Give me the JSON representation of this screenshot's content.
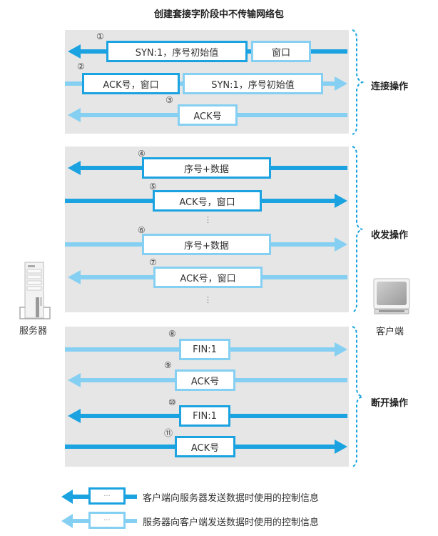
{
  "title": "创建套接字阶段中不传输网络包",
  "colors": {
    "client_to_server": "#1aa3e0",
    "server_to_client": "#85d0f2",
    "panel_bg": "#e6e6e6"
  },
  "devices": {
    "server": {
      "label": "服务器",
      "icon": "server-tower-icon"
    },
    "client": {
      "label": "客户端",
      "icon": "crt-monitor-icon"
    }
  },
  "phases": [
    {
      "label": "连接操作",
      "steps": [
        {
          "num": "①",
          "direction": "to-server",
          "segments": [
            {
              "text": "SYN:1，序号初始值",
              "kind": "dark"
            },
            {
              "text": "窗口",
              "kind": "light"
            }
          ],
          "line": "dark"
        },
        {
          "num": "②",
          "direction": "to-client",
          "segments": [
            {
              "text": "ACK号，窗口",
              "kind": "dark"
            },
            {
              "text": "SYN:1，序号初始值",
              "kind": "light"
            }
          ],
          "line": "light"
        },
        {
          "num": "③",
          "direction": "to-server",
          "segments": [
            {
              "text": "ACK号",
              "kind": "light"
            }
          ],
          "line": "light"
        }
      ]
    },
    {
      "label": "收发操作",
      "steps": [
        {
          "num": "④",
          "direction": "to-server",
          "segments": [
            {
              "text": "序号+数据",
              "kind": "dark"
            }
          ],
          "line": "dark"
        },
        {
          "num": "⑤",
          "direction": "to-client",
          "segments": [
            {
              "text": "ACK号，窗口",
              "kind": "dark"
            }
          ],
          "line": "dark"
        },
        {
          "num": "⑥",
          "direction": "to-client",
          "segments": [
            {
              "text": "序号+数据",
              "kind": "light"
            }
          ],
          "line": "light"
        },
        {
          "num": "⑦",
          "direction": "to-server",
          "segments": [
            {
              "text": "ACK号，窗口",
              "kind": "light"
            }
          ],
          "line": "light"
        }
      ],
      "ellipsis": "⋮"
    },
    {
      "label": "断开操作",
      "steps": [
        {
          "num": "⑧",
          "direction": "to-client",
          "segments": [
            {
              "text": "FIN:1",
              "kind": "light"
            }
          ],
          "line": "light"
        },
        {
          "num": "⑨",
          "direction": "to-server",
          "segments": [
            {
              "text": "ACK号",
              "kind": "light"
            }
          ],
          "line": "light"
        },
        {
          "num": "⑩",
          "direction": "to-server",
          "segments": [
            {
              "text": "FIN:1",
              "kind": "dark"
            }
          ],
          "line": "dark"
        },
        {
          "num": "⑪",
          "direction": "to-client",
          "segments": [
            {
              "text": "ACK号",
              "kind": "dark"
            }
          ],
          "line": "dark"
        }
      ]
    }
  ],
  "legend": [
    {
      "box_text": "···",
      "kind": "dark",
      "text": "客户端向服务器发送数据时使用的控制信息"
    },
    {
      "box_text": "···",
      "kind": "light",
      "text": "服务器向客户端发送数据时使用的控制信息"
    }
  ]
}
